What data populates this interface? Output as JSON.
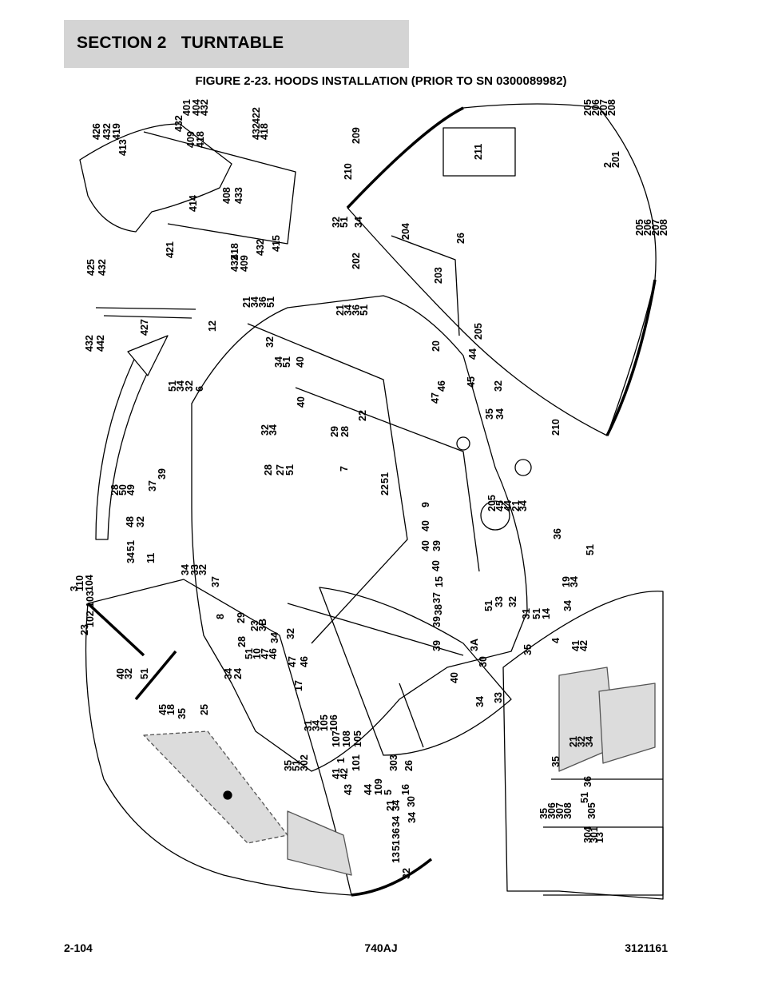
{
  "header": {
    "section": "SECTION 2   TURNTABLE",
    "figure_title": "FIGURE 2-23. HOODS INSTALLATION (PRIOR TO SN 0300089982)"
  },
  "callouts": [
    "426",
    "432",
    "419",
    "413",
    "432",
    "401",
    "404",
    "432",
    "409",
    "418",
    "422",
    "432",
    "418",
    "414",
    "408",
    "433",
    "421",
    "418",
    "432",
    "409",
    "432",
    "415",
    "425",
    "432",
    "427",
    "432",
    "442",
    "209",
    "210",
    "211",
    "205",
    "206",
    "207",
    "208",
    "2",
    "201",
    "205",
    "206",
    "207",
    "208",
    "32",
    "51",
    "34",
    "202",
    "204",
    "203",
    "26",
    "210",
    "12",
    "21",
    "34",
    "36",
    "51",
    "21",
    "34",
    "36",
    "51",
    "32",
    "34",
    "51",
    "40",
    "20",
    "205",
    "44",
    "45",
    "47",
    "46",
    "32",
    "35",
    "34",
    "51",
    "34",
    "32",
    "6",
    "32",
    "34",
    "40",
    "22",
    "29",
    "28",
    "7",
    "39",
    "37",
    "28",
    "27",
    "51",
    "28",
    "50",
    "49",
    "48",
    "32",
    "51",
    "34",
    "11",
    "34",
    "33",
    "32",
    "51",
    "22",
    "9",
    "40",
    "40",
    "39",
    "40",
    "15",
    "37",
    "38",
    "39",
    "39",
    "40",
    "37",
    "8",
    "29",
    "28",
    "23",
    "3B",
    "34",
    "32",
    "51",
    "10",
    "47",
    "46",
    "205",
    "45",
    "44",
    "21",
    "34",
    "36",
    "51",
    "19",
    "34",
    "33",
    "32",
    "51",
    "31",
    "51",
    "14",
    "34",
    "4",
    "41",
    "42",
    "3A",
    "30",
    "33",
    "34",
    "35",
    "3",
    "110",
    "104",
    "103",
    "102",
    "23",
    "40",
    "32",
    "51",
    "34",
    "24",
    "17",
    "47",
    "46",
    "45",
    "18",
    "35",
    "25",
    "31",
    "34",
    "105",
    "106",
    "107",
    "108",
    "105",
    "1",
    "101",
    "303",
    "26",
    "16",
    "30",
    "34",
    "35",
    "51",
    "302",
    "41",
    "42",
    "43",
    "44",
    "109",
    "5",
    "21",
    "34",
    "36",
    "51",
    "13",
    "32",
    "34",
    "35",
    "306",
    "307",
    "308",
    "305",
    "304",
    "301",
    "13",
    "21",
    "32",
    "34",
    "35",
    "36",
    "51"
  ],
  "footer": {
    "page": "2-104",
    "model": "740AJ",
    "doc_number": "3121161"
  }
}
